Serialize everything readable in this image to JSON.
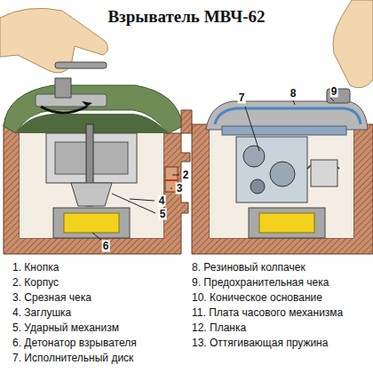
{
  "diagram": {
    "title": "Взрыватель МВЧ-62",
    "labels": [
      "2",
      "3",
      "4",
      "5",
      "6",
      "7",
      "8",
      "9",
      "1. Кнопка",
      "2. Корпус",
      "3. Срезная чека",
      "4. Заглушка",
      "5. Ударный механизм",
      "6. Детонатор взрывателя",
      "7. Исполнительный диск",
      "8. Резиновый колпачек",
      "9. Предохранительная чека",
      "10. Коническое основание",
      "11. Плата часового механизма",
      "12. Планка",
      "13. Оттягивающая пружина"
    ]
  }
}
